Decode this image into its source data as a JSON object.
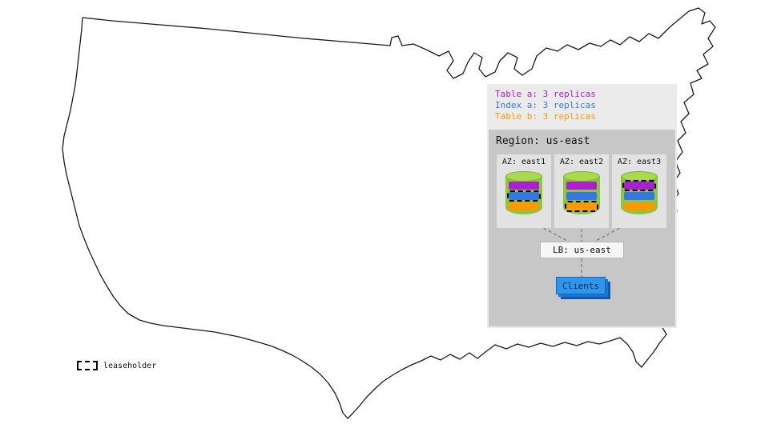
{
  "diagram": {
    "legend": {
      "items": [
        {
          "label": "Table a: 3 replicas",
          "color": "#aa1fd0"
        },
        {
          "label": "Index a: 3 replicas",
          "color": "#3579de"
        },
        {
          "label": "Table b: 3 replicas",
          "color": "#ff9800"
        }
      ]
    },
    "region": {
      "label": "Region: us-east",
      "azs": [
        {
          "label": "AZ: east1",
          "replicas": [
            {
              "key": "table_a",
              "leaseholder": false
            },
            {
              "key": "index_a",
              "leaseholder": true
            },
            {
              "key": "table_b",
              "leaseholder": false
            }
          ]
        },
        {
          "label": "AZ: east2",
          "replicas": [
            {
              "key": "table_a",
              "leaseholder": false
            },
            {
              "key": "index_a",
              "leaseholder": false
            },
            {
              "key": "table_b",
              "leaseholder": true
            }
          ]
        },
        {
          "label": "AZ: east3",
          "replicas": [
            {
              "key": "table_a",
              "leaseholder": true
            },
            {
              "key": "index_a",
              "leaseholder": false
            },
            {
              "key": "table_b",
              "leaseholder": false
            }
          ]
        }
      ]
    },
    "load_balancer": {
      "label": "LB: us-east"
    },
    "clients": {
      "label": "Clients"
    },
    "colors": {
      "table_a": "#aa1fd0",
      "index_a": "#3579de",
      "table_b": "#ff9800",
      "cylinder_body": "#8cc63e",
      "cylinder_top": "#a9da4d",
      "client_box": "#2e97ec"
    }
  },
  "map_legend": {
    "label": "leaseholder"
  }
}
